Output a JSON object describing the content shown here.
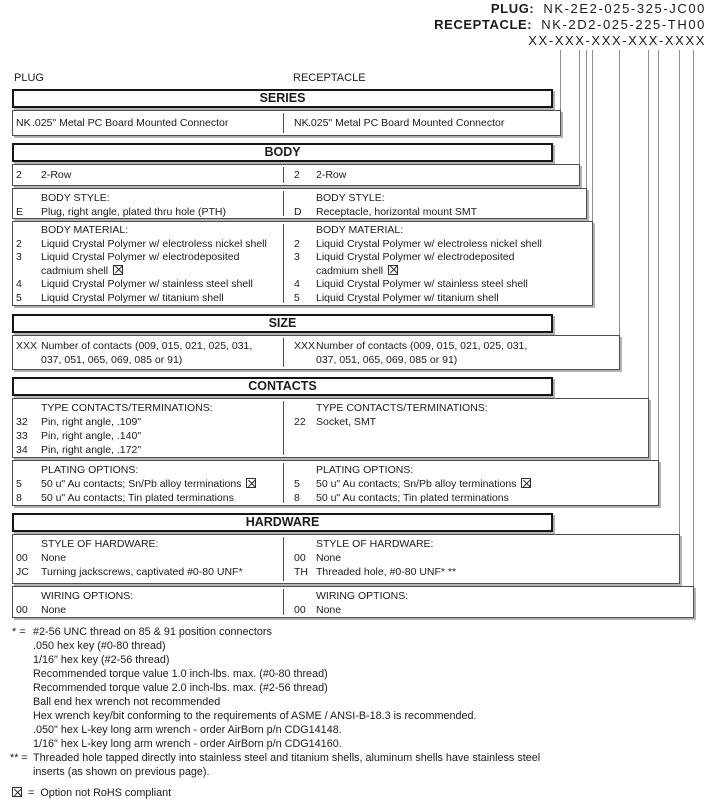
{
  "partnumber_block": {
    "plug_label": "PLUG:",
    "plug_value": "NK-2E2-025-325-JC00",
    "receptacle_label": "RECEPTACLE:",
    "receptacle_value": "NK-2D2-025-225-TH00",
    "mask": "XX-XXX-XXX-XXX-XXXX"
  },
  "column_headers": {
    "left": "PLUG",
    "right": "RECEPTACLE"
  },
  "series": {
    "title": "SERIES",
    "left": {
      "code": "NK",
      "text": ".025\" Metal PC Board Mounted Connector"
    },
    "right": {
      "code": "NK",
      "text": ".025\" Metal PC Board Mounted Connector"
    }
  },
  "body": {
    "title": "BODY",
    "row_count": {
      "left": {
        "code": "2",
        "text": "2-Row"
      },
      "right": {
        "code": "2",
        "text": "2-Row"
      }
    },
    "style": {
      "label": "BODY STYLE:",
      "left": {
        "code": "E",
        "text": "Plug, right angle, plated thru hole (PTH)"
      },
      "right": {
        "code": "D",
        "text": "Receptacle, horizontal mount SMT"
      }
    },
    "material": {
      "label": "BODY MATERIAL:",
      "rows": [
        {
          "code": "2",
          "text": "Liquid Crystal Polymer w/ electroless nickel shell"
        },
        {
          "code": "3",
          "text": "Liquid Crystal Polymer w/ electrodeposited",
          "text_wrap": "cadmium shell",
          "not_rohs": true
        },
        {
          "code": "4",
          "text": "Liquid Crystal Polymer w/ stainless steel shell"
        },
        {
          "code": "5",
          "text": "Liquid Crystal Polymer w/ titanium shell"
        }
      ]
    }
  },
  "size": {
    "title": "SIZE",
    "code": "XXX",
    "text": "Number of contacts (009, 015, 021, 025, 031,",
    "text_wrap": "037, 051, 065, 069, 085 or 91)"
  },
  "contacts": {
    "title": "CONTACTS",
    "type_label": "TYPE CONTACTS/TERMINATIONS:",
    "plug_types": [
      {
        "code": "32",
        "text": "Pin, right angle, .109\""
      },
      {
        "code": "33",
        "text": "Pin, right angle, .140\""
      },
      {
        "code": "34",
        "text": "Pin, right angle, .172\""
      }
    ],
    "receptacle_types": [
      {
        "code": "22",
        "text": "Socket, SMT"
      }
    ],
    "plating_label": "PLATING OPTIONS:",
    "plating_rows": [
      {
        "code": "5",
        "text": "50 u\" Au contacts; Sn/Pb alloy terminations",
        "not_rohs": true
      },
      {
        "code": "8",
        "text": "50 u\" Au contacts; Tin plated terminations"
      }
    ]
  },
  "hardware": {
    "title": "HARDWARE",
    "style_label": "STYLE OF HARDWARE:",
    "plug_style_rows": [
      {
        "code": "00",
        "text": "None"
      },
      {
        "code": "JC",
        "text": "Turning jackscrews, captivated #0-80 UNF*"
      }
    ],
    "receptacle_style_rows": [
      {
        "code": "00",
        "text": "None"
      },
      {
        "code": "TH",
        "text": "Threaded hole, #0-80 UNF* **"
      }
    ],
    "wiring_label": "WIRING OPTIONS:",
    "wiring_row": {
      "code": "00",
      "text": "None"
    }
  },
  "footnotes": {
    "star": {
      "marker": "* =",
      "lines": [
        "#2-56 UNC thread on 85 & 91 position connectors",
        ".050 hex key (#0-80 thread)",
        "1/16\" hex key (#2-56 thread)",
        "Recommended torque value 1.0 inch-lbs. max. (#0-80 thread)",
        "Recommended torque value 2.0 inch-lbs. max. (#2-56 thread)",
        "Ball end hex wrench not recommended",
        "Hex wrench key/bit conforming to the requirements of ASME / ANSI-B-18.3 is recommended.",
        ".050\" hex L-key long arm wrench - order AirBorn p/n CDG14148.",
        "1/16\" hex L-key long arm wrench - order AirBorn p/n CDG14160."
      ]
    },
    "double_star": {
      "marker": "** =",
      "lines": [
        "Threaded hole tapped directly into stainless steel and titanium shells, aluminum shells have stainless steel",
        "inserts (as shown on previous page)."
      ]
    },
    "rohs": {
      "marker": "=",
      "text": "Option not RoHS compliant"
    }
  }
}
